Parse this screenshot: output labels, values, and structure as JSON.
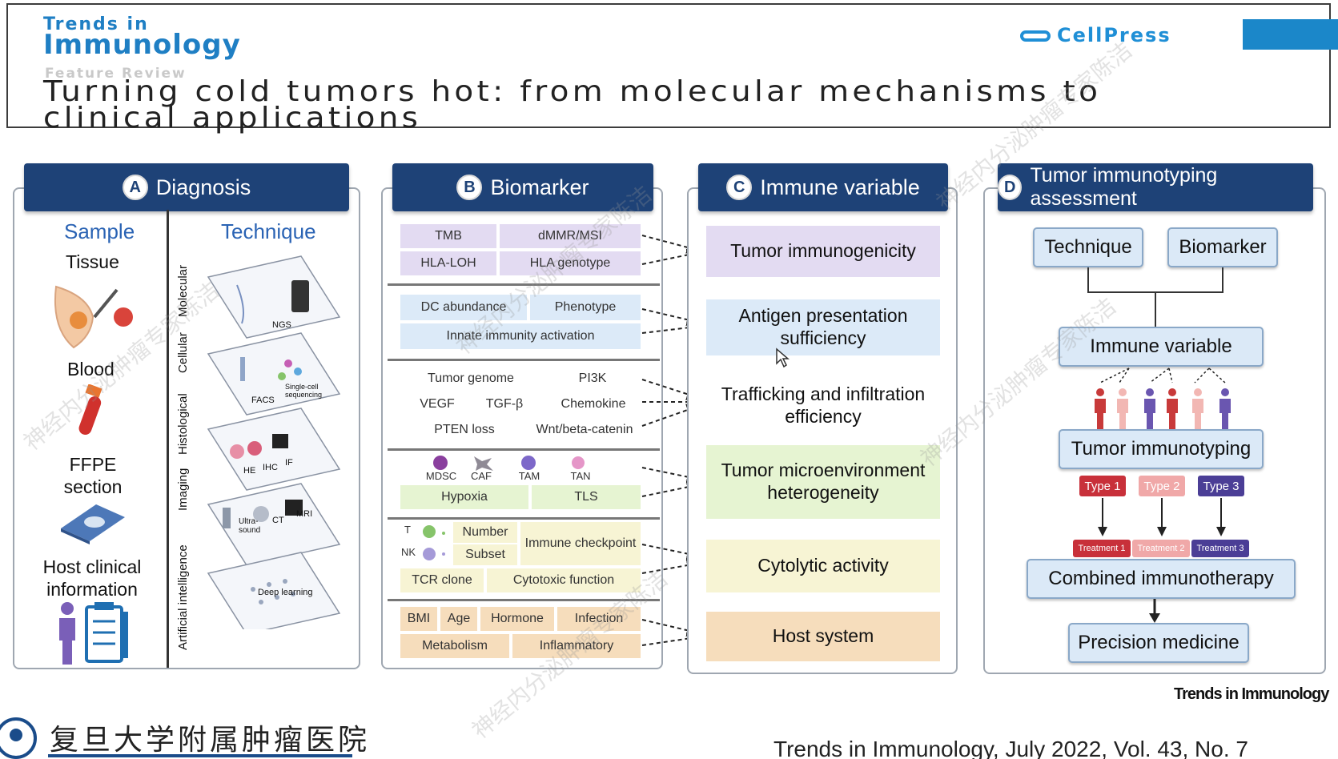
{
  "header": {
    "journal_line1": "Trends in",
    "journal_line2": "Immunology",
    "article_type": "Feature Review",
    "title": "Turning cold tumors hot: from molecular mechanisms to clinical applications",
    "publisher": "CellPress"
  },
  "panelA": {
    "letter": "A",
    "title": "Diagnosis",
    "sample_heading": "Sample",
    "technique_heading": "Technique",
    "samples": [
      "Tissue",
      "Blood",
      "FFPE section",
      "Host clinical information"
    ],
    "axis_labels": [
      "Artificial intelligence",
      "Imaging",
      "Histological",
      "Cellular",
      "Molecular"
    ],
    "technique_labels": [
      "NGS",
      "FACS",
      "Single-cell sequencing",
      "HE",
      "IHC",
      "IF",
      "Ultra-sound",
      "CT",
      "MRI",
      "Deep learning"
    ]
  },
  "panelB": {
    "letter": "B",
    "title": "Biomarker",
    "group1": [
      "TMB",
      "dMMR/MSI",
      "HLA-LOH",
      "HLA genotype"
    ],
    "group2": [
      "DC abundance",
      "Phenotype",
      "Innate immunity activation"
    ],
    "group3": [
      "Tumor genome",
      "PI3K",
      "VEGF",
      "TGF-β",
      "Chemokine",
      "PTEN loss",
      "Wnt/beta-catenin"
    ],
    "group4_cells": [
      "MDSC",
      "CAF",
      "TAM",
      "TAN"
    ],
    "group4_rows": [
      "Hypoxia",
      "TLS"
    ],
    "group5": [
      "T",
      "NK",
      "Number",
      "Subset",
      "Immune checkpoint",
      "TCR clone",
      "Cytotoxic function"
    ],
    "group6": [
      "BMI",
      "Age",
      "Hormone",
      "Infection",
      "Metabolism",
      "Inflammatory"
    ]
  },
  "panelC": {
    "letter": "C",
    "title": "Immune variable",
    "variables": [
      "Tumor immunogenicity",
      "Antigen presentation sufficiency",
      "Trafficking and infiltration efficiency",
      "Tumor microenvironment heterogeneity",
      "Cytolytic activity",
      "Host system"
    ]
  },
  "panelD": {
    "letter": "D",
    "title": "Tumor immunotyping assessment",
    "technique": "Technique",
    "biomarker": "Biomarker",
    "immune_variable": "Immune variable",
    "immunotyping": "Tumor immunotyping",
    "types": [
      "Type 1",
      "Type 2",
      "Type 3"
    ],
    "treatments": [
      "Treatment 1",
      "Treatment 2",
      "Treatment 3"
    ],
    "combined": "Combined immunotherapy",
    "precision": "Precision medicine",
    "figure_credit": "Trends in Immunology"
  },
  "footer": {
    "hospital": "复旦大学附属肿瘤医院",
    "citation": "Trends in Immunology, July 2022, Vol. 43, No. 7"
  },
  "watermark_text": "神经内分泌肿瘤专家陈洁",
  "colors": {
    "header_blue": "#1e4277",
    "journal_blue": "#1f7fc4",
    "purple": "#e3dbf2",
    "blue": "#dceaf8",
    "green": "#e6f4d2",
    "yellow": "#f7f4d4",
    "peach": "#f6ddbc"
  }
}
